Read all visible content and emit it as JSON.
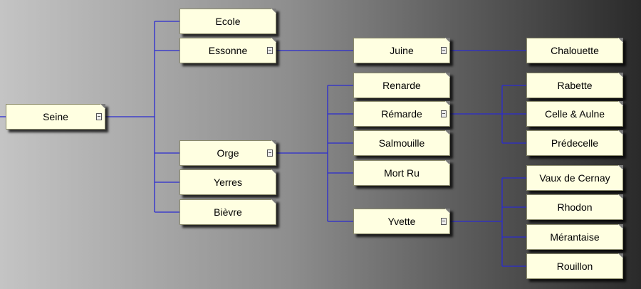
{
  "diagram": {
    "link_color": "#2b2bd0",
    "node_fill": "#ffffe1",
    "nodes": [
      {
        "id": "seine",
        "label": "Seine",
        "parent": null,
        "expander": true
      },
      {
        "id": "ecole",
        "label": "Ecole",
        "parent": "seine",
        "expander": false
      },
      {
        "id": "essonne",
        "label": "Essonne",
        "parent": "seine",
        "expander": true
      },
      {
        "id": "orge",
        "label": "Orge",
        "parent": "seine",
        "expander": true
      },
      {
        "id": "yerres",
        "label": "Yerres",
        "parent": "seine",
        "expander": false
      },
      {
        "id": "bievre",
        "label": "Bièvre",
        "parent": "seine",
        "expander": false
      },
      {
        "id": "juine",
        "label": "Juine",
        "parent": "essonne",
        "expander": true
      },
      {
        "id": "chalouette",
        "label": "Chalouette",
        "parent": "juine",
        "expander": false
      },
      {
        "id": "renarde",
        "label": "Renarde",
        "parent": "orge",
        "expander": false
      },
      {
        "id": "remarde",
        "label": "Rémarde",
        "parent": "orge",
        "expander": true
      },
      {
        "id": "salmouille",
        "label": "Salmouille",
        "parent": "orge",
        "expander": false
      },
      {
        "id": "mortru",
        "label": "Mort Ru",
        "parent": "orge",
        "expander": false
      },
      {
        "id": "yvette",
        "label": "Yvette",
        "parent": "orge",
        "expander": true
      },
      {
        "id": "rabette",
        "label": "Rabette",
        "parent": "remarde",
        "expander": false
      },
      {
        "id": "celle",
        "label": "Celle & Aulne",
        "parent": "remarde",
        "expander": false
      },
      {
        "id": "predecelle",
        "label": "Prédecelle",
        "parent": "remarde",
        "expander": false
      },
      {
        "id": "vaux",
        "label": "Vaux de Cernay",
        "parent": "yvette",
        "expander": false
      },
      {
        "id": "rhodon",
        "label": "Rhodon",
        "parent": "yvette",
        "expander": false
      },
      {
        "id": "merantaise",
        "label": "Mérantaise",
        "parent": "yvette",
        "expander": false
      },
      {
        "id": "rouillon",
        "label": "Rouillon",
        "parent": "yvette",
        "expander": false
      }
    ]
  }
}
